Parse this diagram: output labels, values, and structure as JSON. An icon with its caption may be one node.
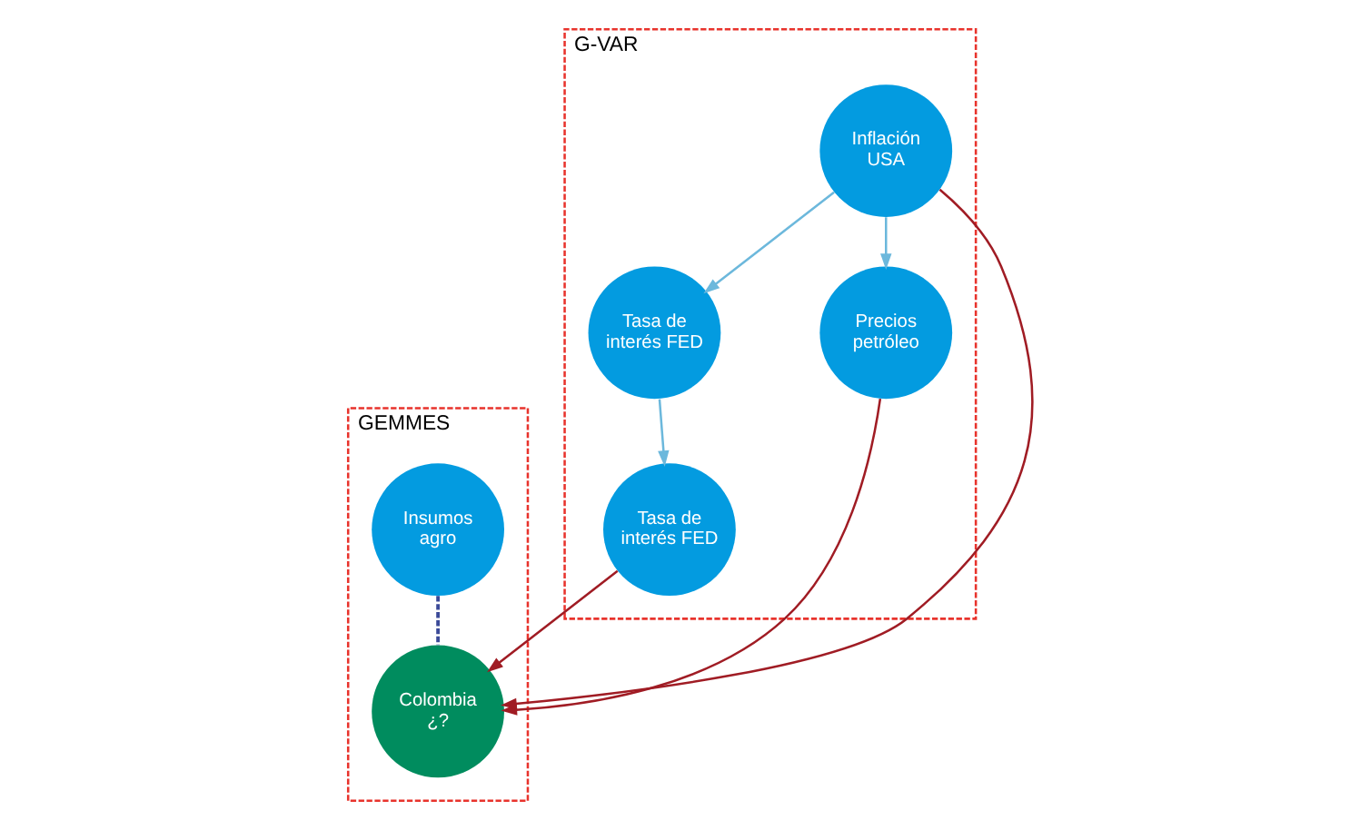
{
  "diagram": {
    "nodes": [
      {
        "text": [
          "G-VAR"
        ]
      },
      {
        "text": [
          "Precios petróleo"
        ],
        "in": 0
      },
      {
        "text": [
          "Inflación USA"
        ],
        "in": 0
      },
      {
        "text": [
          "Tasa de interés FED"
        ],
        "in": 0
      },
      {
        "text": [
          "Tasa de interés FED"
        ],
        "in": 0
      },
      {
        "text": [
          "GEMMES"
        ]
      },
      {
        "text": [
          "Insumos agro"
        ],
        "in": 5
      },
      {
        "text": [
          "Colombia ¿?"
        ],
        "in": 5
      }
    ],
    "edges": [
      {
        "from": 2,
        "to": 1,
        "arrow": "to"
      },
      {
        "from": 2,
        "to": 3,
        "arrow": "to"
      },
      {
        "from": 3,
        "to": 4,
        "arrow": "to"
      },
      {
        "from": 1,
        "to": 7,
        "arrow": "to",
        "color": "#a01c24"
      },
      {
        "from": 4,
        "to": 7,
        "arrow": "to",
        "color": "#a01c24"
      },
      {
        "from": 2,
        "to": 7,
        "arrow": "to",
        "color": "#a01c24"
      },
      {
        "from": 6,
        "to": 7,
        "arrow": "none",
        "style": "dashed",
        "color": "#3b4a98"
      }
    ]
  }
}
